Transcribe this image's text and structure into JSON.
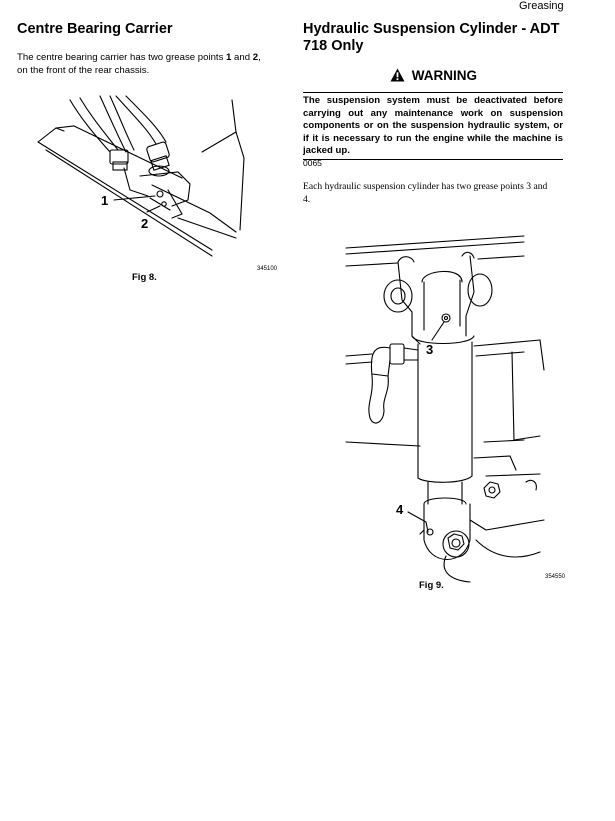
{
  "header": {
    "section": "Greasing"
  },
  "left": {
    "title": "Centre Bearing Carrier",
    "intro_a": "The centre bearing carrier has two grease points ",
    "point1": "1",
    "and": " and ",
    "point2": "2",
    "intro_b": ",",
    "intro_line2": "on the front of the rear chassis.",
    "figure": {
      "callouts": [
        "1",
        "2"
      ],
      "ref_code": "345100",
      "caption": "Fig 8."
    }
  },
  "right": {
    "title_line1": "Hydraulic Suspension Cylinder - ADT",
    "title_line2": "718 Only",
    "warning": {
      "icon": "warning-triangle-icon",
      "heading": "WARNING",
      "text": "The suspension system must be deactivated before carrying out any maintenance work on suspension components or on the suspension hydraulic system, or if it is necessary to run the engine while the machine is jacked up.",
      "code": "0065"
    },
    "para_line1": "Each hydraulic suspension cylinder has two grease points 3 and",
    "para_line2": "4.",
    "figure": {
      "callouts": [
        "3",
        "4"
      ],
      "ref_code": "354550",
      "caption": "Fig 9."
    }
  }
}
